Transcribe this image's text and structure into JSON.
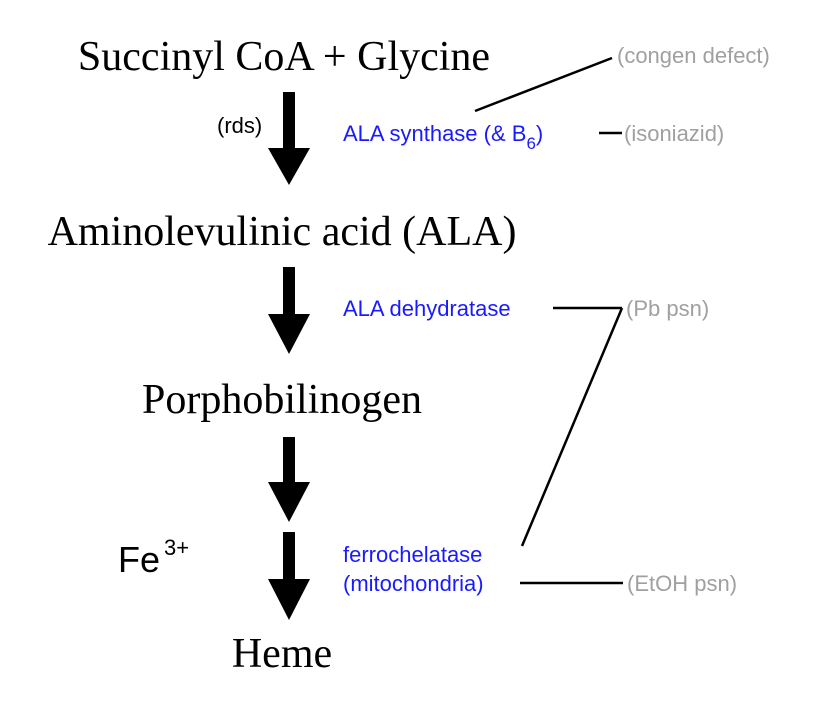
{
  "pathway": {
    "step1": "Succinyl CoA + Glycine",
    "step2": "Aminolevulinic acid (ALA)",
    "step3": "Porphobilinogen",
    "step4": "Heme"
  },
  "labels": {
    "rds": "(rds)",
    "iron": "Fe",
    "iron_charge": "3+"
  },
  "enzymes": {
    "ala_synthase": "ALA synthase (& B",
    "ala_synthase_sub": "6",
    "ala_synthase_close": ")",
    "ala_dehydratase": "ALA dehydratase",
    "ferrochelatase_line1": "ferrochelatase",
    "ferrochelatase_line2": "(mitochondria)"
  },
  "conditions": {
    "congen_defect": "(congen defect)",
    "isoniazid": "(isoniazid)",
    "pb_psn": "(Pb psn)",
    "etoh_psn": "(EtOH psn)"
  },
  "colors": {
    "enzyme": "#1a1aff",
    "condition": "#a0a0a0",
    "arrow": "#000000"
  }
}
